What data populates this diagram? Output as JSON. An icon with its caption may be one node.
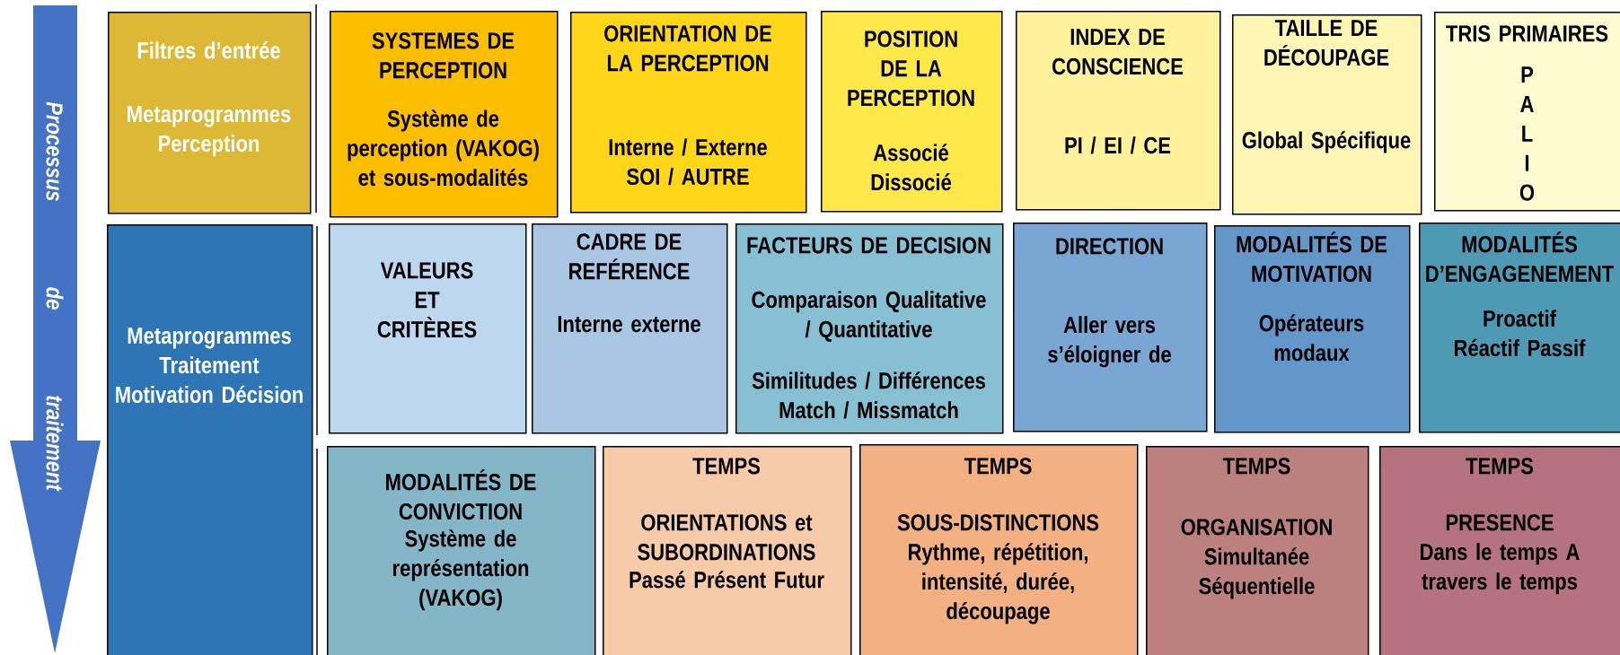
{
  "diagram": {
    "nodes": [
      {
        "text": [
          "Processus de traitement"
        ]
      },
      {
        "text": [
          "Filtres d’entrée",
          "Metaprogrammes Perception"
        ]
      },
      {
        "text": [
          "SYSTEMES DE PERCEPTION",
          "Système de perception (VAKOG) et sous-modalités"
        ]
      },
      {
        "text": [
          "ORIENTATION DE LA PERCEPTION",
          "Interne / Externe SOI / AUTRE"
        ]
      },
      {
        "text": [
          "POSITION DE LA PERCEPTION",
          "Associé Dissocié"
        ]
      },
      {
        "text": [
          "INDEX DE CONSCIENCE",
          "PI / EI / CE"
        ]
      },
      {
        "text": [
          "TAILLE DE DÉCOUPAGE",
          "Global Spécifique"
        ]
      },
      {
        "text": [
          "TRIS PRIMAIRES",
          "P A L I O"
        ]
      },
      {
        "text": [
          "Metaprogrammes Traitement Motivation Décision"
        ]
      },
      {
        "text": [
          "VALEURS ET CRITÈRES"
        ]
      },
      {
        "text": [
          "CADRE DE REFÉRENCE",
          "Interne externe"
        ]
      },
      {
        "text": [
          "FACTEURS DE DECISION",
          "Comparaison Qualitative / Quantitative",
          "Similitudes / Différences Match / Missmatch"
        ]
      },
      {
        "text": [
          "DIRECTION",
          "Aller vers s’éloigner de"
        ]
      },
      {
        "text": [
          "MODALITÉS DE MOTIVATION",
          "Opérateurs modaux"
        ]
      },
      {
        "text": [
          "MODALITÉS D’ENGAGENEMENT",
          "Proactif Réactif Passif"
        ]
      },
      {
        "text": [
          "MODALITÉS DE CONVICTION",
          "Système de représentation (VAKOG)"
        ]
      },
      {
        "text": [
          "TEMPS",
          "ORIENTATIONS et SUBORDINATIONS",
          "Passé Présent Futur"
        ]
      },
      {
        "text": [
          "TEMPS",
          "SOUS-DISTINCTIONS",
          "Rythme, répétition, intensité, durée, découpage"
        ]
      },
      {
        "text": [
          "TEMPS",
          "ORGANISATION",
          "Simultanée Séquentielle"
        ]
      },
      {
        "text": [
          "TEMPS",
          "PRESENCE",
          "Dans le temps A travers le temps"
        ]
      }
    ]
  }
}
